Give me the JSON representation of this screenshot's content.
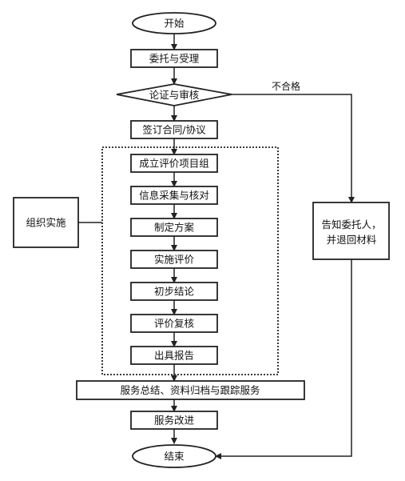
{
  "nodes": {
    "start": "开始",
    "entrust": "委托与受理",
    "review": "论证与审核",
    "sign": "签订合同/协议",
    "team": "成立评价项目组",
    "collect": "信息采集与核对",
    "plan": "制定方案",
    "implement": "实施评价",
    "conclusion": "初步结论",
    "recheck": "评价复核",
    "report": "出具报告",
    "summary": "服务总结、资料归档与跟踪服务",
    "improve": "服务改进",
    "end": "结束",
    "notify_line1": "告知委托人，",
    "notify_line2": "并退回材料",
    "organize": "组织实施"
  },
  "edges": {
    "fail_label": "不合格"
  }
}
